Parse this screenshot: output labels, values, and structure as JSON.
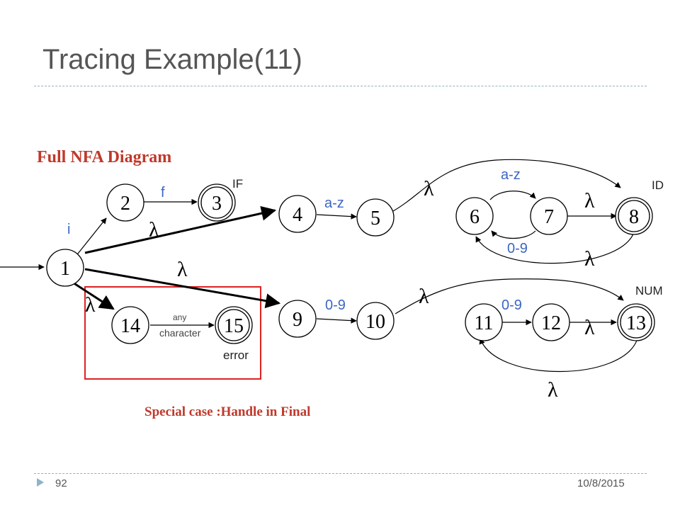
{
  "title": "Tracing Example(11)",
  "footer": {
    "page": "92",
    "date": "10/8/2015"
  },
  "diagram": {
    "heading": "Full NFA Diagram",
    "note": "Special case :Handle in Final",
    "colors": {
      "heading": "#c0392b",
      "label": "#3b66c4",
      "box": "#dd2222",
      "stroke": "#000000"
    },
    "states": [
      {
        "id": "1",
        "final": false
      },
      {
        "id": "2",
        "final": false
      },
      {
        "id": "3",
        "final": true
      },
      {
        "id": "4",
        "final": false
      },
      {
        "id": "5",
        "final": false
      },
      {
        "id": "6",
        "final": false
      },
      {
        "id": "7",
        "final": false
      },
      {
        "id": "8",
        "final": true
      },
      {
        "id": "9",
        "final": false
      },
      {
        "id": "10",
        "final": false
      },
      {
        "id": "11",
        "final": false
      },
      {
        "id": "12",
        "final": false
      },
      {
        "id": "13",
        "final": true
      },
      {
        "id": "14",
        "final": false
      },
      {
        "id": "15",
        "final": true
      }
    ],
    "token_labels": {
      "if": "IF",
      "id": "ID",
      "num": "NUM",
      "error": "error"
    },
    "edge_labels": {
      "i": "i",
      "f": "f",
      "a_z_45": "a-z",
      "a_z_67": "a-z",
      "d_67": "0-9",
      "d_910": "0-9",
      "d_1112": "0-9",
      "any_1": "any",
      "any_2": "character",
      "lambda": "λ"
    }
  }
}
